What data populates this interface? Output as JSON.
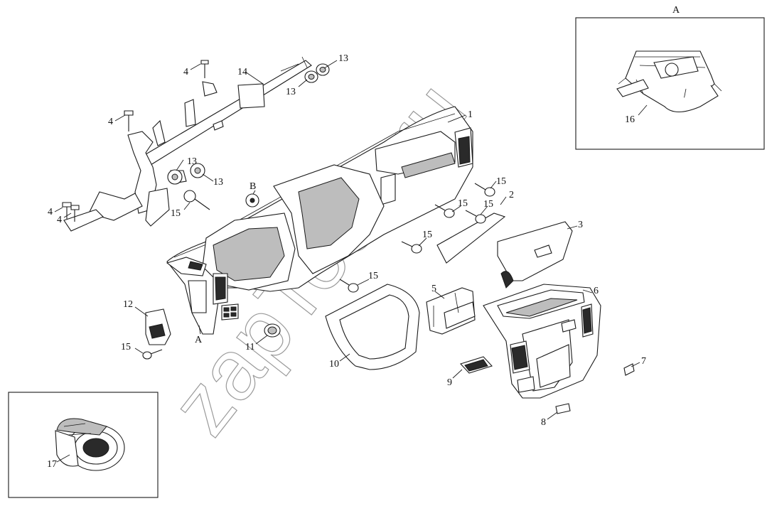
{
  "inset_a": {
    "title": "A",
    "part_label": "16"
  },
  "inset_17": {
    "part_label": "17"
  },
  "watermark": {
    "text": "zapTech.ru"
  },
  "callouts": {
    "p1": "1",
    "p2": "2",
    "p3": "3",
    "p4a": "4",
    "p4b": "4",
    "p4c": "4",
    "p4d": "4",
    "p5": "5",
    "p6": "6",
    "p7": "7",
    "p8": "8",
    "p9": "9",
    "p10": "10",
    "p11": "11",
    "p12": "12",
    "p13a": "13",
    "p13b": "13",
    "p13c": "13",
    "p13d": "13",
    "p14": "14",
    "p15a": "15",
    "p15b": "15",
    "p15c": "15",
    "p15d": "15",
    "p15e": "15",
    "p15f": "15",
    "p15g": "15",
    "pA": "A",
    "pB": "B"
  }
}
